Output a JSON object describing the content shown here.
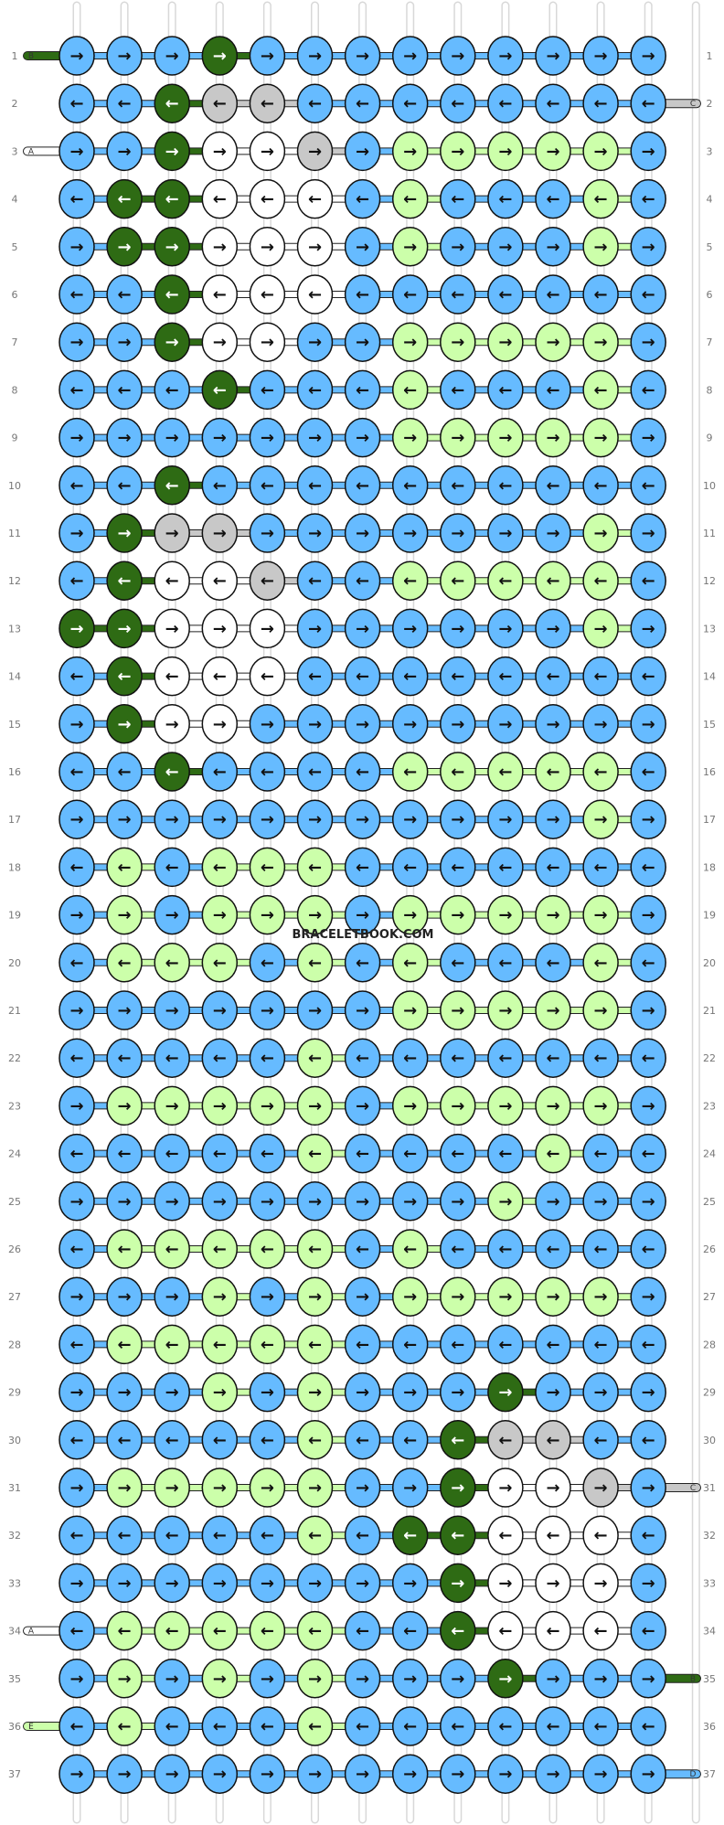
{
  "watermark": "BRACELETBOOK.COM",
  "colors": {
    "B": "#2e6b14",
    "C": "#c8c8c8",
    "A": "#ffffff",
    "E": "#ccffaa",
    "D": "#66bbff"
  },
  "edge_markers": [
    {
      "label": "B",
      "side": "left",
      "row": 1,
      "color": "B"
    },
    {
      "label": "A",
      "side": "left",
      "row": 3,
      "color": "A"
    },
    {
      "label": "A",
      "side": "left",
      "row": 34,
      "color": "A"
    },
    {
      "label": "E",
      "side": "left",
      "row": 36,
      "color": "E"
    },
    {
      "label": "C",
      "side": "right",
      "row": 2,
      "color": "C"
    },
    {
      "label": "C",
      "side": "right",
      "row": 31,
      "color": "C"
    },
    {
      "label": "B",
      "side": "right",
      "row": 35,
      "color": "B"
    },
    {
      "label": "D",
      "side": "right",
      "row": 37,
      "color": "D"
    }
  ],
  "rows": [
    "1:DR DR DR BR DR DR DR DR DR DR DR DR DR",
    "2:DL DL BL CL CL DL DL DL DL DL DL DL DL",
    "3:DR DR BR AR AR CR DR ER ER ER ER ER DR",
    "4:DL BL BL AL AL AL DL EL DL DL DL EL DL",
    "5:DR BR BR AR AR AR DR ER DR DR DR ER DR",
    "6:DL DL BL AL AL AL DL DL DL DL DL DL DL",
    "7:DR DR BR AR AR DR DR ER ER ER ER ER DR",
    "8:DL DL DL BL DL DL DL EL DL DL DL EL DL",
    "9:DR DR DR DR DR DR DR ER ER ER ER ER DR",
    "10:DL DL BL DL DL DL DL DL DL DL DL DL DL",
    "11:DR BR CR CR DR DR DR DR DR DR DR ER DR",
    "12:DL BL AL AL CL DL DL EL EL EL EL EL DL",
    "13:BR BR AR AR AR DR DR DR DR DR DR ER DR",
    "14:DL BL AL AL AL DL DL DL DL DL DL DL DL",
    "15:DR BR AR AR DR DR DR DR DR DR DR DR DR",
    "16:DL DL BL DL DL DL DL EL EL EL EL EL DL",
    "17:DR DR DR DR DR DR DR DR DR DR DR ER DR",
    "18:DL EL DL EL EL EL DL DL DL DL DL DL DL",
    "19:DR ER DR ER ER ER DR ER ER ER ER ER DR",
    "20:DL EL EL EL DL EL DL EL DL DL DL EL DL",
    "21:DR DR DR DR DR DR DR ER ER ER ER ER DR",
    "22:DL DL DL DL DL EL DL DL DL DL DL DL DL",
    "23:DR ER ER ER ER ER DR ER ER ER ER ER DR",
    "24:DL DL DL DL DL EL DL DL DL DL EL DL DL",
    "25:DR DR DR DR DR DR DR DR DR ER DR DR DR",
    "26:DL EL EL EL EL EL DL EL DL DL DL DL DL",
    "27:DR DR DR ER DR ER DR ER ER ER ER ER DR",
    "28:DL EL EL EL EL EL DL DL DL DL DL DL DL",
    "29:DR DR DR ER DR ER DR DR DR BR DR DR DR",
    "30:DL DL DL DL DL EL DL DL BL CL CL DL DL",
    "31:DR ER ER ER ER ER DR DR BR AR AR CR DR",
    "32:DL DL DL DL DL EL DL BL BL AL AL AL DL",
    "33:DR DR DR DR DR DR DR DR BR AR AR AR DR",
    "34:DL EL EL EL EL EL DL DL BL AL AL AL DL",
    "35:DR ER DR ER DR ER DR DR DR BR DR DR DR",
    "36:DL EL DL DL DL EL DL DL DL DL DL DL DL",
    "37:DR DR DR DR DR DR DR DR DR DR DR DR DR"
  ]
}
